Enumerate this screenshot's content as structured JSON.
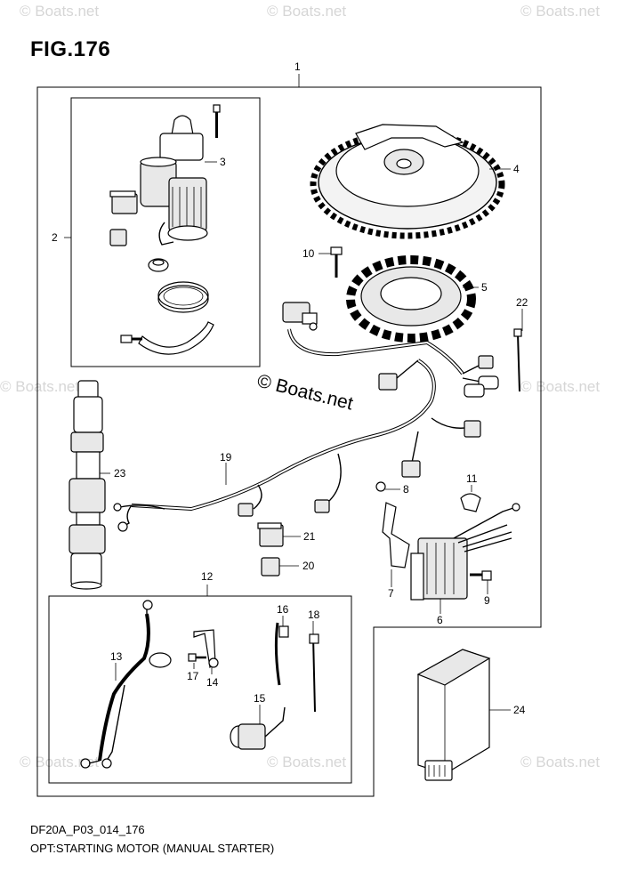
{
  "title": "FIG.176",
  "diagram_code": "DF20A_P03_014_176",
  "caption": "OPT:STARTING MOTOR (MANUAL STARTER)",
  "watermark": "© Boats.net",
  "watermark_small": "© Boats.net",
  "callouts": {
    "c1": "1",
    "c2": "2",
    "c3": "3",
    "c4": "4",
    "c5": "5",
    "c6": "6",
    "c7": "7",
    "c8": "8",
    "c9": "9",
    "c10": "10",
    "c11": "11",
    "c12": "12",
    "c13": "13",
    "c14": "14",
    "c15": "15",
    "c16": "16",
    "c17": "17",
    "c18": "18",
    "c19": "19",
    "c20": "20",
    "c21": "21",
    "c22": "22",
    "c23": "23",
    "c24": "24"
  }
}
